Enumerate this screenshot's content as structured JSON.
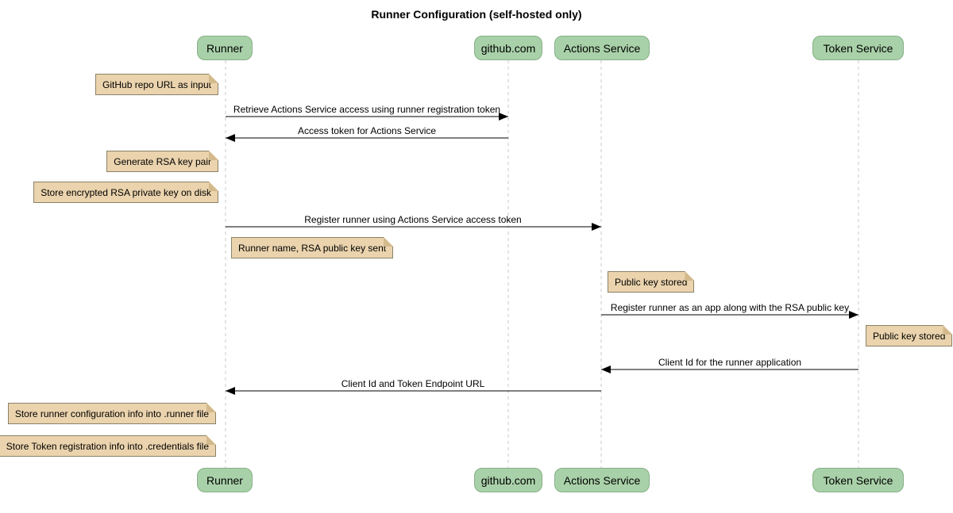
{
  "title": "Runner Configuration (self-hosted only)",
  "participants": [
    {
      "name": "Runner"
    },
    {
      "name": "github.com"
    },
    {
      "name": "Actions Service"
    },
    {
      "name": "Token Service"
    }
  ],
  "messages": [
    {
      "from": "Runner",
      "to": "github.com",
      "direction": "right",
      "text": "Retrieve Actions Service access using runner registration token"
    },
    {
      "from": "github.com",
      "to": "Runner",
      "direction": "left",
      "text": "Access token for Actions Service"
    },
    {
      "from": "Runner",
      "to": "Actions Service",
      "direction": "right",
      "text": "Register runner using Actions Service access token"
    },
    {
      "from": "Actions Service",
      "to": "Token Service",
      "direction": "right",
      "text": "Register runner as an app along with the RSA public key"
    },
    {
      "from": "Token Service",
      "to": "Actions Service",
      "direction": "left",
      "text": "Client Id for the runner application"
    },
    {
      "from": "Actions Service",
      "to": "Runner",
      "direction": "left",
      "text": "Client Id and Token Endpoint URL"
    }
  ],
  "notes": [
    {
      "anchor": "left of Runner",
      "text": "GitHub repo URL as input"
    },
    {
      "anchor": "left of Runner",
      "text": "Generate RSA key pair"
    },
    {
      "anchor": "left of Runner",
      "text": "Store encrypted RSA private key on disk"
    },
    {
      "anchor": "right of Runner",
      "text": "Runner name, RSA public key sent"
    },
    {
      "anchor": "right of Actions Service",
      "text": "Public key stored"
    },
    {
      "anchor": "right of Token Service",
      "text": "Public key stored"
    },
    {
      "anchor": "left of Runner",
      "text": "Store runner configuration info into .runner file"
    },
    {
      "anchor": "left of Runner",
      "text": "Store Token registration info into .credentials file"
    }
  ],
  "colors": {
    "background": "#FFFFFF",
    "participant_fill": "#A9D1A9",
    "participant_border": "#87B087",
    "note_fill": "#EAD3AD",
    "note_border": "#8B8269",
    "note_fold": "#D3BA8C",
    "lifeline": "#C9C9C9",
    "arrow": "#000000",
    "text": "#000000"
  }
}
